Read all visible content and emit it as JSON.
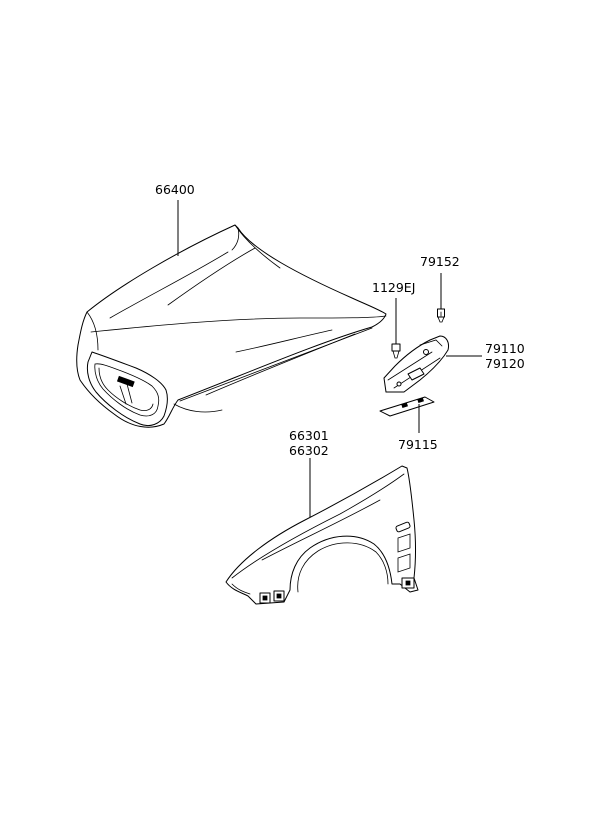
{
  "labels": {
    "hood": "66400",
    "hood_bolt": "79152",
    "clip": "1129EJ",
    "hinge_lh": "79110",
    "hinge_rh": "79120",
    "hinge_shim": "79115",
    "fender_lh": "66301",
    "fender_rh": "66302"
  }
}
